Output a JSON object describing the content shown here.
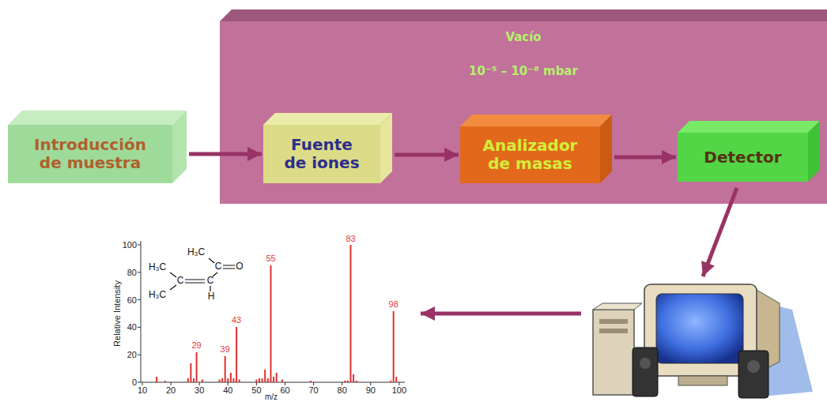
{
  "diagram": {
    "nodes": [
      {
        "text": [
          "Introducción de muestra"
        ]
      },
      {
        "text": [
          "Vacío",
          "10⁻⁵ – 10⁻⁸ mbar"
        ]
      },
      {
        "text": [
          "Fuente de iones"
        ],
        "in": 1
      },
      {
        "text": [
          "Analizador de masas"
        ],
        "in": 1
      },
      {
        "text": [
          "Detector"
        ],
        "in": 1
      }
    ],
    "edges": [
      {
        "from": 0,
        "to": 2,
        "arrow": "to"
      },
      {
        "from": 2,
        "to": 3,
        "arrow": "to"
      },
      {
        "from": 3,
        "to": 4,
        "arrow": "to"
      }
    ],
    "labels": [
      "Relative Intensity",
      "0",
      "20",
      "40",
      "60",
      "80",
      "100",
      "10",
      "20",
      "30",
      "40",
      "50",
      "60",
      "70",
      "80",
      "90",
      "100",
      "m/z",
      "29",
      "39",
      "43",
      "55",
      "83",
      "98",
      "H₃C",
      "C",
      "O",
      "H₃C",
      "C",
      "C",
      "H₃C",
      "H"
    ]
  }
}
